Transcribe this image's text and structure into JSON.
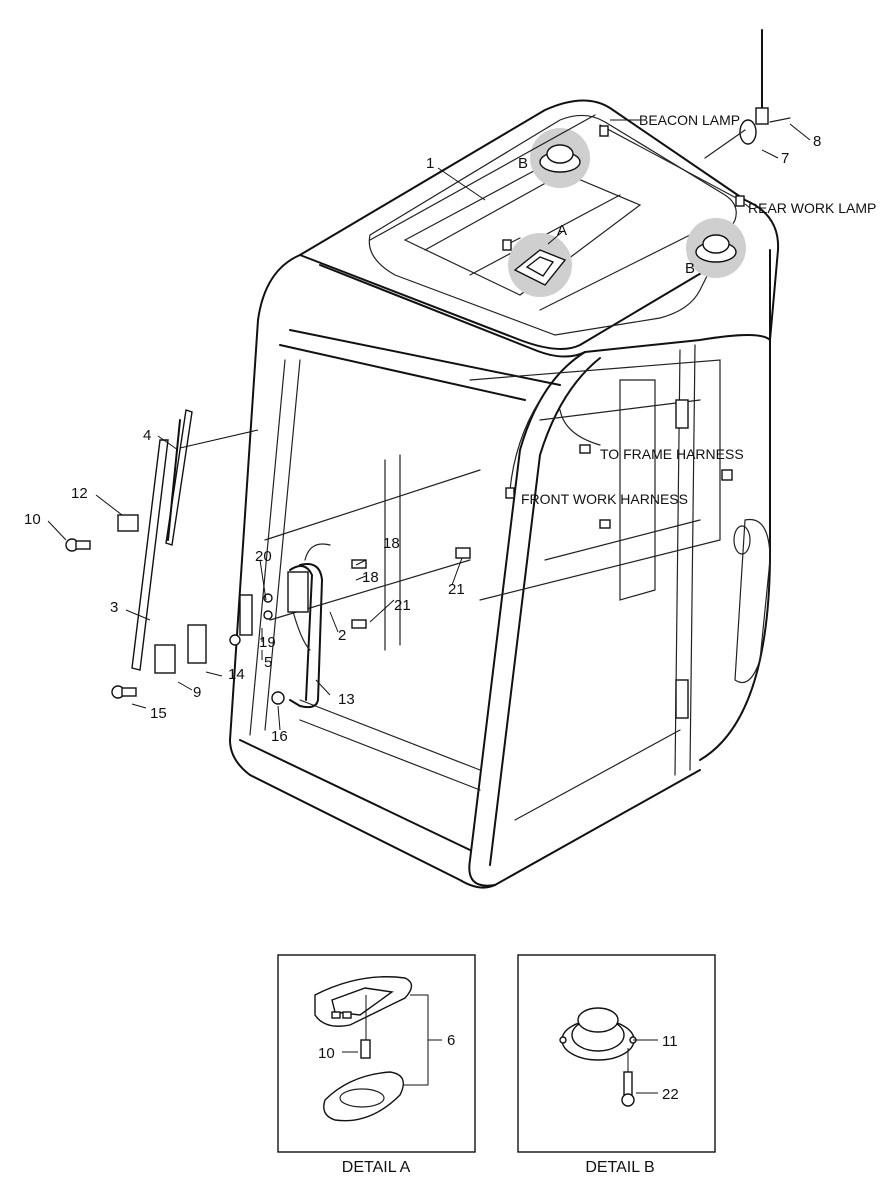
{
  "callouts": {
    "beacon_lamp": "BEACON LAMP",
    "rear_work_lamp": "REAR WORK LAMP",
    "to_frame_harness": "TO FRAME HARNESS",
    "front_work_harness": "FRONT WORK HARNESS"
  },
  "detail_refs": {
    "a": "A",
    "b": "B"
  },
  "part_numbers": {
    "p1": "1",
    "p2": "2",
    "p3": "3",
    "p4": "4",
    "p5": "5",
    "p6": "6",
    "p7": "7",
    "p8": "8",
    "p9": "9",
    "p10": "10",
    "p11": "11",
    "p12": "12",
    "p13": "13",
    "p14": "14",
    "p15": "15",
    "p16": "16",
    "p18": "18",
    "p19": "19",
    "p20": "20",
    "p21": "21",
    "p22": "22"
  },
  "details": {
    "detail_a": {
      "caption": "DETAIL A"
    },
    "detail_b": {
      "caption": "DETAIL B"
    }
  }
}
